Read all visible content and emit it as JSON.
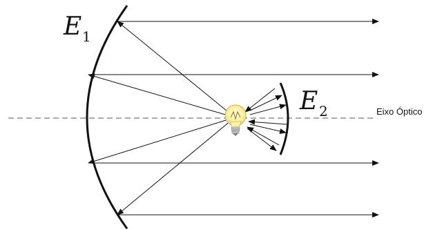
{
  "diagram": {
    "mirror_1": {
      "letter": "E",
      "subscript": "1"
    },
    "mirror_2": {
      "letter": "E",
      "subscript": "2"
    },
    "axis_label": "Eixo Óptico"
  }
}
